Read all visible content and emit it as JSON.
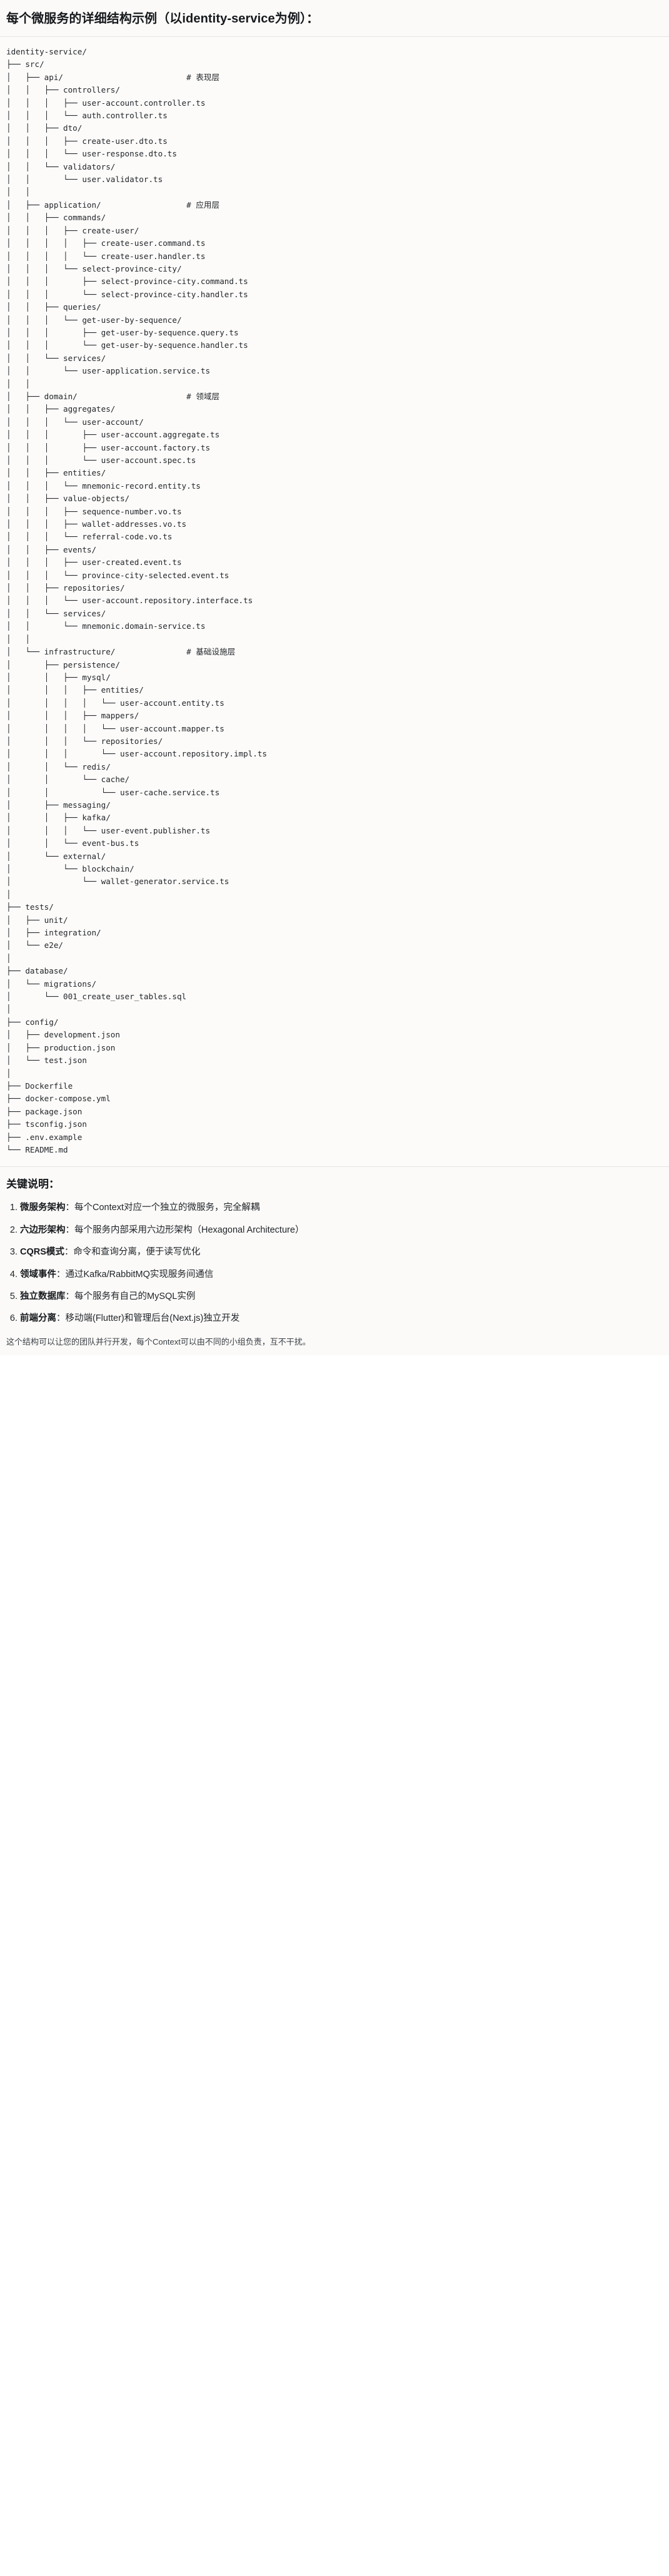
{
  "header": {
    "title_prefix": "每个微服务的详细结构示例",
    "title_paren": "（以identity-service为例）",
    "title_suffix": "：",
    "title_full": "每个微服务的详细结构示例（以identity-service为例）："
  },
  "tree": {
    "root": "identity-service/",
    "text": "identity-service/\n├── src/\n│   ├── api/                          # 表现层\n│   │   ├── controllers/\n│   │   │   ├── user-account.controller.ts\n│   │   │   └── auth.controller.ts\n│   │   ├── dto/\n│   │   │   ├── create-user.dto.ts\n│   │   │   └── user-response.dto.ts\n│   │   └── validators/\n│   │       └── user.validator.ts\n│   │\n│   ├── application/                  # 应用层\n│   │   ├── commands/\n│   │   │   ├── create-user/\n│   │   │   │   ├── create-user.command.ts\n│   │   │   │   └── create-user.handler.ts\n│   │   │   └── select-province-city/\n│   │   │       ├── select-province-city.command.ts\n│   │   │       └── select-province-city.handler.ts\n│   │   ├── queries/\n│   │   │   └── get-user-by-sequence/\n│   │   │       ├── get-user-by-sequence.query.ts\n│   │   │       └── get-user-by-sequence.handler.ts\n│   │   └── services/\n│   │       └── user-application.service.ts\n│   │\n│   ├── domain/                       # 领域层\n│   │   ├── aggregates/\n│   │   │   └── user-account/\n│   │   │       ├── user-account.aggregate.ts\n│   │   │       ├── user-account.factory.ts\n│   │   │       └── user-account.spec.ts\n│   │   ├── entities/\n│   │   │   └── mnemonic-record.entity.ts\n│   │   ├── value-objects/\n│   │   │   ├── sequence-number.vo.ts\n│   │   │   ├── wallet-addresses.vo.ts\n│   │   │   └── referral-code.vo.ts\n│   │   ├── events/\n│   │   │   ├── user-created.event.ts\n│   │   │   └── province-city-selected.event.ts\n│   │   ├── repositories/\n│   │   │   └── user-account.repository.interface.ts\n│   │   └── services/\n│   │       └── mnemonic.domain-service.ts\n│   │\n│   └── infrastructure/               # 基础设施层\n│       ├── persistence/\n│       │   ├── mysql/\n│       │   │   ├── entities/\n│       │   │   │   └── user-account.entity.ts\n│       │   │   ├── mappers/\n│       │   │   │   └── user-account.mapper.ts\n│       │   │   └── repositories/\n│       │   │       └── user-account.repository.impl.ts\n│       │   └── redis/\n│       │       └── cache/\n│       │           └── user-cache.service.ts\n│       ├── messaging/\n│       │   ├── kafka/\n│       │   │   └── user-event.publisher.ts\n│       │   └── event-bus.ts\n│       └── external/\n│           └── blockchain/\n│               └── wallet-generator.service.ts\n│\n├── tests/\n│   ├── unit/\n│   ├── integration/\n│   └── e2e/\n│\n├── database/\n│   └── migrations/\n│       └── 001_create_user_tables.sql\n│\n├── config/\n│   ├── development.json\n│   ├── production.json\n│   └── test.json\n│\n├── Dockerfile\n├── docker-compose.yml\n├── package.json\n├── tsconfig.json\n├── .env.example\n└── README.md",
    "comments": [
      {
        "path": "src/api/",
        "text": "# 表现层"
      },
      {
        "path": "src/application/",
        "text": "# 应用层"
      },
      {
        "path": "src/domain/",
        "text": "# 领域层"
      },
      {
        "path": "src/infrastructure/",
        "text": "# 基础设施层"
      }
    ]
  },
  "notes": {
    "title": "关键说明：",
    "items": [
      {
        "label": "微服务架构",
        "sep": "：",
        "text": "每个Context对应一个独立的微服务，完全解耦"
      },
      {
        "label": "六边形架构",
        "sep": "：",
        "text": "每个服务内部采用六边形架构（Hexagonal Architecture）"
      },
      {
        "label": "CQRS模式",
        "sep": "：",
        "text": "命令和查询分离，便于读写优化"
      },
      {
        "label": "领域事件",
        "sep": "：",
        "text": "通过Kafka/RabbitMQ实现服务间通信"
      },
      {
        "label": "独立数据库",
        "sep": "：",
        "text": "每个服务有自己的MySQL实例"
      },
      {
        "label": "前端分离",
        "sep": "：",
        "text": "移动端(Flutter)和管理后台(Next.js)独立开发"
      }
    ],
    "closing": "这个结构可以让您的团队并行开发，每个Context可以由不同的小组负责，互不干扰。"
  },
  "colors": {
    "page_bg": "#fbfaf8",
    "tree_bg": "#fcfbf9",
    "text": "#1f2328",
    "divider": "#e6e4e0"
  }
}
